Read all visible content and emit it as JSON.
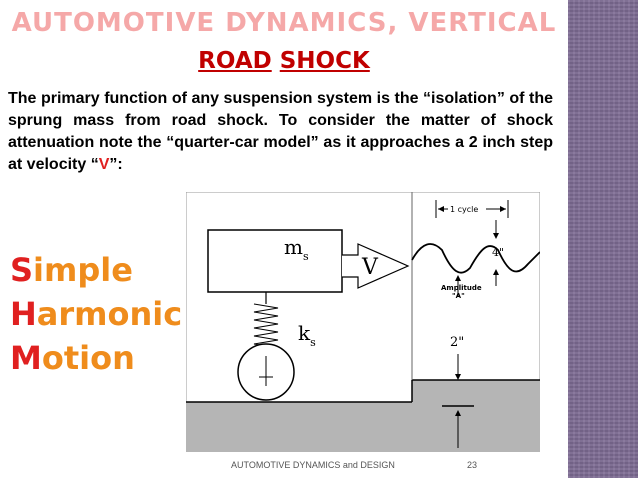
{
  "title": {
    "line1": "AUTOMOTIVE DYNAMICS, VERTICAL",
    "road": "ROAD",
    "shock": "SHOCK"
  },
  "body": {
    "text_before": "The primary function of any suspension system is the “isolation” of the sprung mass from road shock. To consider the matter of shock attenuation note the “quarter-car model” as it approaches a 2 inch step at velocity “",
    "velocity_symbol": "V",
    "text_after": "”:"
  },
  "shm": [
    {
      "first": "S",
      "rest": "imple"
    },
    {
      "first": "H",
      "rest": "armonic"
    },
    {
      "first": "M",
      "rest": "otion"
    }
  ],
  "diagram": {
    "mass_label": "m",
    "mass_sub": "s",
    "spring_label": "k",
    "spring_sub": "s",
    "velocity_label": "V",
    "cycle_label": "1 cycle",
    "height_label": "4\"",
    "amplitude_label": "Amplitude",
    "amplitude_symbol": "\"A\"",
    "step_label": "2\""
  },
  "footer": {
    "text": "AUTOMOTIVE DYNAMICS and DESIGN",
    "page": "23"
  },
  "colors": {
    "sidebar": "#7d6b93",
    "title1": "#f5a8a8",
    "title2": "#c00000",
    "accent_red": "#e02020",
    "accent_orange": "#ef8c1c"
  }
}
